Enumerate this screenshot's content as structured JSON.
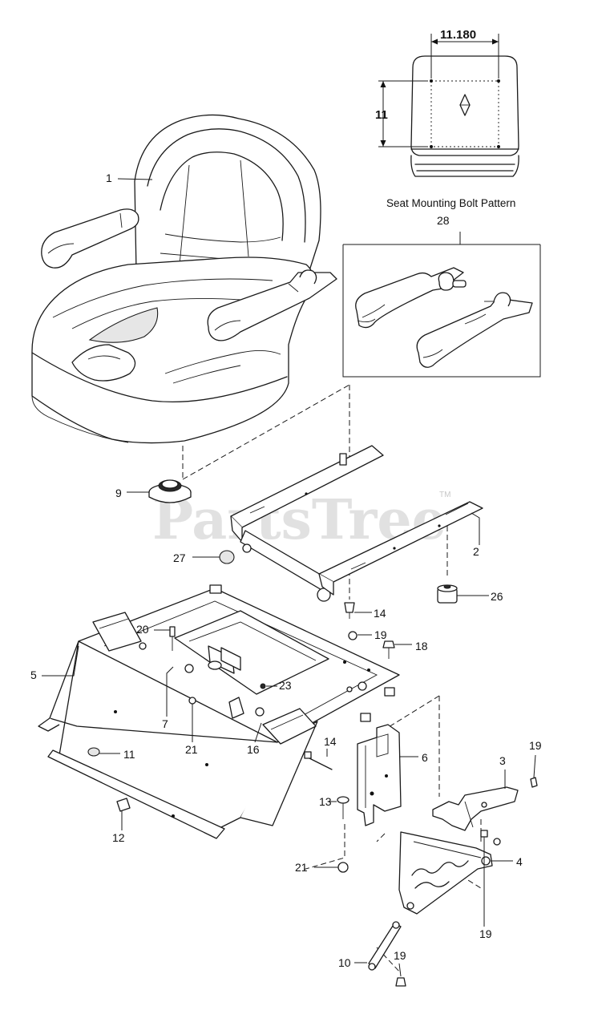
{
  "bolt_pattern": {
    "width_dim": "11.180",
    "height_dim": "11",
    "caption": "Seat Mounting Bolt Pattern"
  },
  "watermark": {
    "text": "PartsTree",
    "tm": "TM"
  },
  "callouts": {
    "c1": "1",
    "c2": "2",
    "c3": "3",
    "c4": "4",
    "c5": "5",
    "c6": "6",
    "c7": "7",
    "c9": "9",
    "c10": "10",
    "c11": "11",
    "c12": "12",
    "c13": "13",
    "c14a": "14",
    "c14b": "14",
    "c16": "16",
    "c18": "18",
    "c19a": "19",
    "c19b": "19",
    "c19c": "19",
    "c19d": "19",
    "c20": "20",
    "c21a": "21",
    "c21b": "21",
    "c23": "23",
    "c26": "26",
    "c27": "27",
    "c28": "28"
  }
}
